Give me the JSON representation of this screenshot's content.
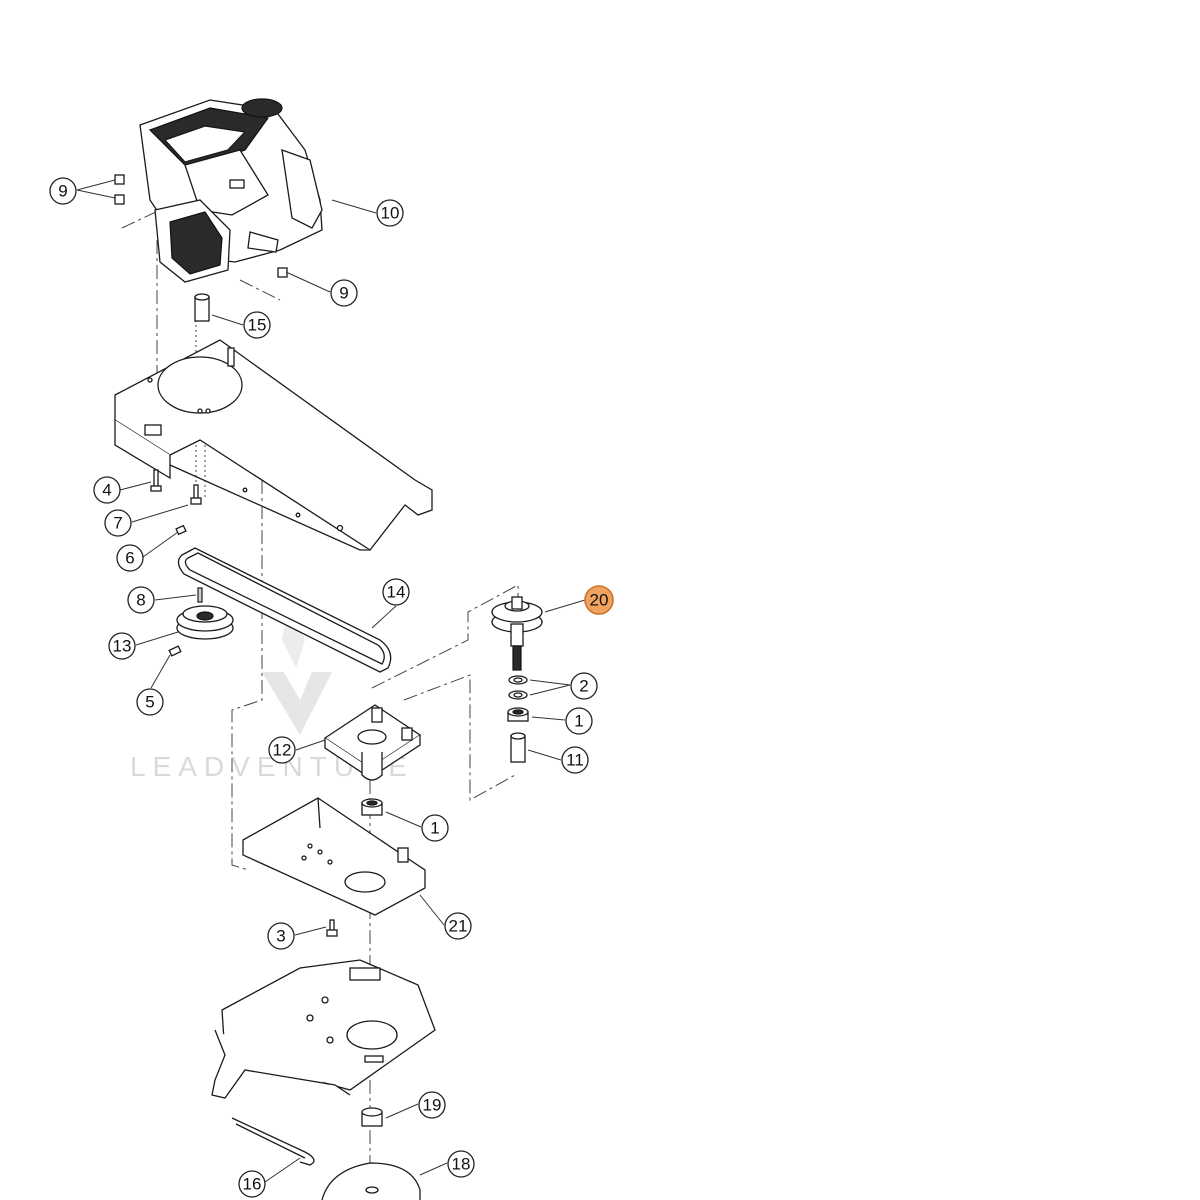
{
  "watermark": {
    "text": "LEADVENTURE"
  },
  "colors": {
    "highlight": "#f0a35e",
    "line": "#222222",
    "watermark": "#d9d9d9"
  },
  "callouts": [
    {
      "id": "c9a",
      "label": "9"
    },
    {
      "id": "c10",
      "label": "10"
    },
    {
      "id": "c9b",
      "label": "9"
    },
    {
      "id": "c15",
      "label": "15"
    },
    {
      "id": "c4",
      "label": "4"
    },
    {
      "id": "c7",
      "label": "7"
    },
    {
      "id": "c6",
      "label": "6"
    },
    {
      "id": "c8",
      "label": "8"
    },
    {
      "id": "c14",
      "label": "14"
    },
    {
      "id": "c13",
      "label": "13"
    },
    {
      "id": "c5",
      "label": "5"
    },
    {
      "id": "c20",
      "label": "20",
      "highlighted": true
    },
    {
      "id": "c2",
      "label": "2"
    },
    {
      "id": "c1a",
      "label": "1"
    },
    {
      "id": "c11",
      "label": "11"
    },
    {
      "id": "c12",
      "label": "12"
    },
    {
      "id": "c1b",
      "label": "1"
    },
    {
      "id": "c21",
      "label": "21"
    },
    {
      "id": "c3",
      "label": "3"
    },
    {
      "id": "c19",
      "label": "19"
    },
    {
      "id": "c18",
      "label": "18"
    },
    {
      "id": "c16",
      "label": "16"
    }
  ]
}
